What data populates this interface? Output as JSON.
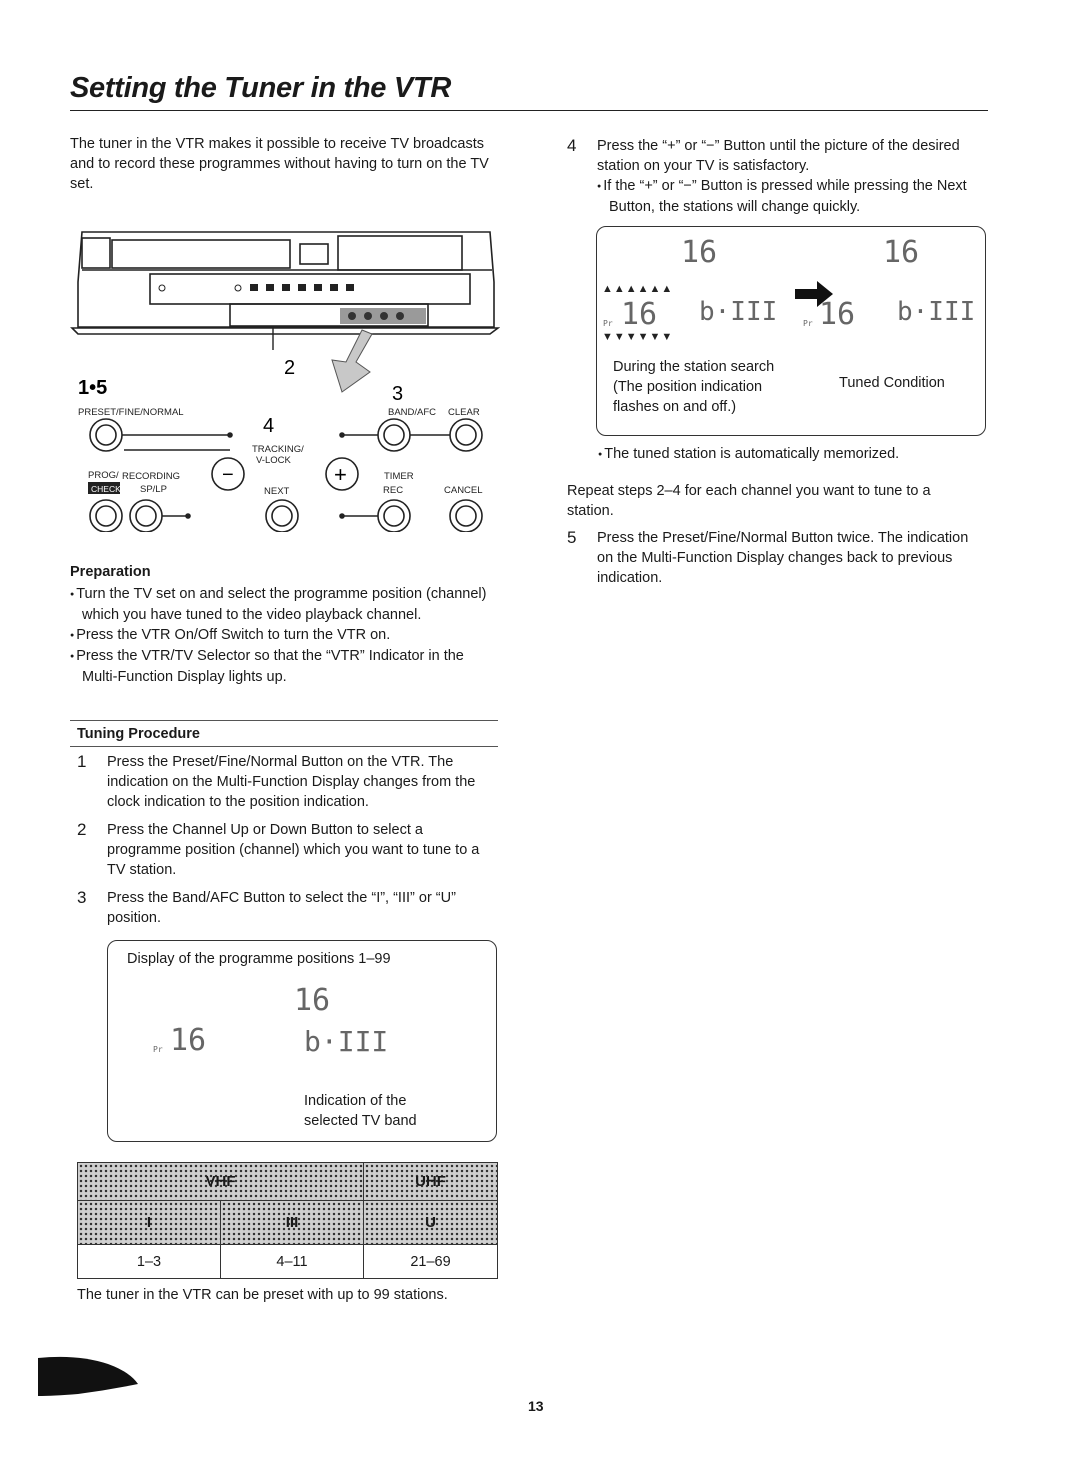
{
  "page": {
    "title": "Setting the Tuner in the VTR",
    "number": "13"
  },
  "intro": "The tuner in the VTR makes it possible to receive TV broadcasts and to record these programmes without having to turn on the TV set.",
  "diagram": {
    "step_labels": [
      "1•5",
      "2",
      "3",
      "4"
    ],
    "buttons": {
      "preset": "PRESET/FINE/NORMAL",
      "band_afc": "BAND/AFC",
      "clear": "CLEAR",
      "tracking": "TRACKING/",
      "vlock": "V-LOCK",
      "prog": "PROG/",
      "check": "CHECK",
      "recording": "RECORDING",
      "sp_lp": "SP/LP",
      "next": "NEXT",
      "timer": "TIMER",
      "rec": "REC",
      "cancel": "CANCEL",
      "minus": "−",
      "plus": "+"
    }
  },
  "preparation": {
    "heading": "Preparation",
    "bullets": [
      "Turn the TV set on and select the programme position (channel) which you have tuned to the video playback channel.",
      "Press the VTR On/Off Switch to turn the VTR on.",
      "Press the VTR/TV Selector so that the “VTR” Indicator in the Multi-Function Display lights up."
    ]
  },
  "tuning": {
    "heading": "Tuning Procedure",
    "steps": [
      {
        "num": "1",
        "text": "Press the Preset/Fine/Normal Button on the VTR. The indication on the Multi-Function Display changes from the clock indication to the position indication."
      },
      {
        "num": "2",
        "text": "Press the Channel Up or Down Button to select a programme position (channel) which you want to tune to a TV station."
      },
      {
        "num": "3",
        "text": "Press the Band/AFC Button to select the “I”, “III” or “U” position."
      }
    ]
  },
  "display_box": {
    "caption": "Display of the programme positions 1–99",
    "pos": "16",
    "pr": "Pr",
    "band": "b·III",
    "band_caption": "Indication of the selected TV band"
  },
  "band_table": {
    "header": [
      "VHF",
      "UHF"
    ],
    "bands": [
      "I",
      "III",
      "U"
    ],
    "ranges": [
      "1–3",
      "4–11",
      "21–69"
    ]
  },
  "band_note": "The tuner in the VTR can be preset with up to 99 stations.",
  "right_col": {
    "step4": {
      "num": "4",
      "text": "Press the “+” or “−” Button until the picture of the desired station on your TV is satisfactory.",
      "bullet": "If the “+” or “−” Button is pressed while pressing the Next Button, the stations will change quickly."
    },
    "station_box": {
      "search_label": "During the station search (The position indication flashes on and off.)",
      "tuned_label": "Tuned Condition",
      "pos": "16",
      "pr": "Pr",
      "band": "b·III"
    },
    "memorized": "The tuned station is automatically memorized.",
    "repeat": "Repeat steps 2–4 for each channel you want to tune to a station.",
    "step5": {
      "num": "5",
      "text": "Press the Preset/Fine/Normal Button twice. The indication on the Multi-Function Display changes back to previous indication."
    }
  }
}
